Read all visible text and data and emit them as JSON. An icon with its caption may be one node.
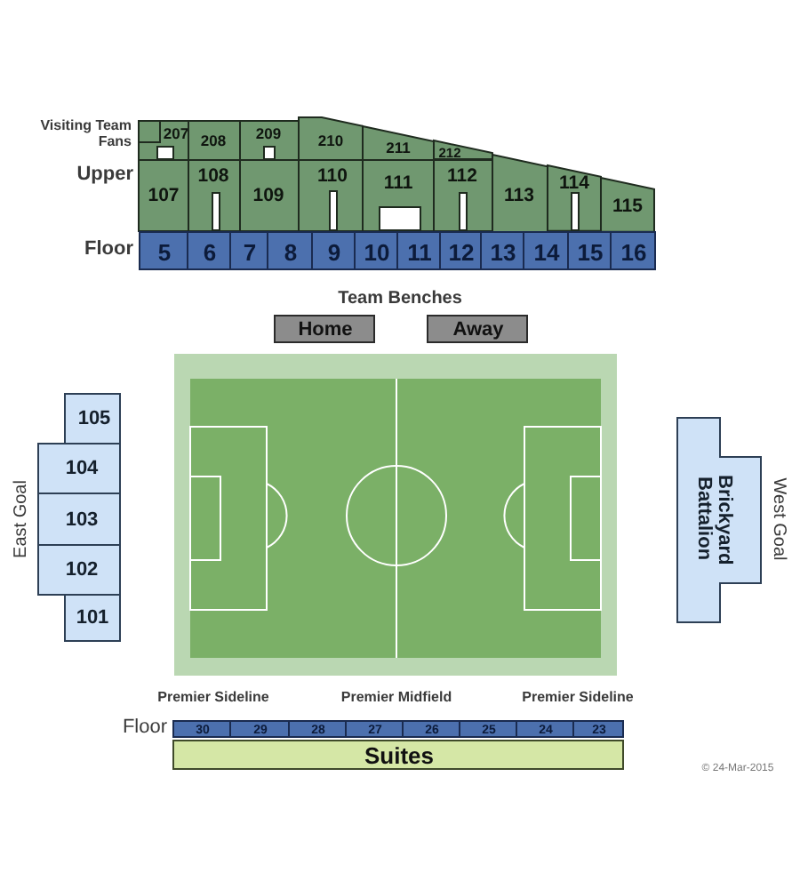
{
  "diagram": {
    "nodes": [
      {
        "text": [
          "207"
        ]
      },
      {
        "text": [
          "208"
        ]
      },
      {
        "text": [
          "209"
        ]
      },
      {
        "text": [
          "210"
        ]
      },
      {
        "text": [
          "211"
        ]
      },
      {
        "text": [
          "212"
        ]
      },
      {
        "text": [
          "107"
        ]
      },
      {
        "text": [
          "108"
        ]
      },
      {
        "text": [
          "109"
        ]
      },
      {
        "text": [
          "110"
        ]
      },
      {
        "text": [
          "111"
        ]
      },
      {
        "text": [
          "112"
        ]
      },
      {
        "text": [
          "113"
        ]
      },
      {
        "text": [
          "114"
        ]
      },
      {
        "text": [
          "115"
        ]
      },
      {
        "text": [
          "5"
        ]
      },
      {
        "text": [
          "6"
        ]
      },
      {
        "text": [
          "7"
        ]
      },
      {
        "text": [
          "8"
        ]
      },
      {
        "text": [
          "9"
        ]
      },
      {
        "text": [
          "10"
        ]
      },
      {
        "text": [
          "11"
        ]
      },
      {
        "text": [
          "12"
        ]
      },
      {
        "text": [
          "13"
        ]
      },
      {
        "text": [
          "14"
        ]
      },
      {
        "text": [
          "15"
        ]
      },
      {
        "text": [
          "16"
        ]
      },
      {
        "text": [
          "Home"
        ]
      },
      {
        "text": [
          "Away"
        ]
      },
      {
        "text": [
          "105"
        ]
      },
      {
        "text": [
          "104"
        ]
      },
      {
        "text": [
          "103"
        ]
      },
      {
        "text": [
          "102"
        ]
      },
      {
        "text": [
          "101"
        ]
      },
      {
        "text": [
          "Brickyard Battalion"
        ]
      },
      {
        "text": [
          "30"
        ]
      },
      {
        "text": [
          "29"
        ]
      },
      {
        "text": [
          "28"
        ]
      },
      {
        "text": [
          "27"
        ]
      },
      {
        "text": [
          "26"
        ]
      },
      {
        "text": [
          "25"
        ]
      },
      {
        "text": [
          "24"
        ]
      },
      {
        "text": [
          "23"
        ]
      },
      {
        "text": [
          "Suites"
        ]
      }
    ],
    "labels": [
      "Visiting Team Fans",
      "Upper",
      "Floor",
      "Team Benches",
      "East Goal",
      "West Goal",
      "Premier Sideline",
      "Premier Midfield",
      "Premier Sideline",
      "Floor",
      "© 24-Mar-2015"
    ]
  }
}
